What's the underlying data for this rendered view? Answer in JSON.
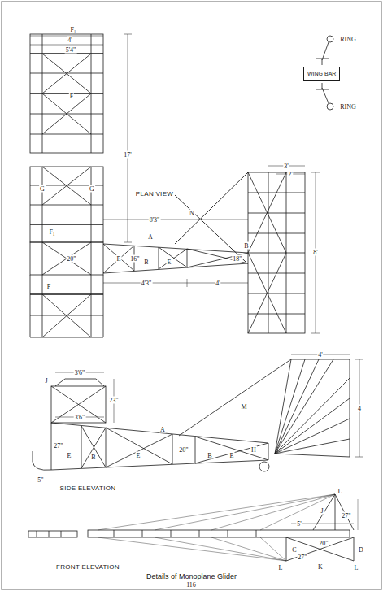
{
  "diagram": {
    "caption": "Details of Monoplane Glider",
    "nodes": [
      {
        "text": [
          "WING BAR"
        ]
      }
    ],
    "labels": [
      "F₁",
      "4'",
      "5'4\"",
      "F",
      "17'",
      "G",
      "G",
      "PLAN VIEW",
      "N",
      "F₁",
      "8'3\"",
      "A",
      "B",
      "E",
      "16\"",
      "B",
      "E",
      "20\"",
      "18\"",
      "4'3\"",
      "4'",
      "F",
      "3'",
      "2'",
      "8'",
      "RING",
      "RING",
      "3'6\"",
      "J",
      "23\"",
      "3'6\"",
      "27\"",
      "E",
      "B",
      "E",
      "A",
      "20\"",
      "B",
      "E",
      "M",
      "4'",
      "4",
      "H",
      "5\"",
      "SIDE ELEVATION",
      "L",
      "J",
      "27\"",
      "5'",
      "20\"",
      "C",
      "D",
      "27\"",
      "L",
      "K",
      "L",
      "FRONT ELEVATION",
      "116"
    ]
  }
}
